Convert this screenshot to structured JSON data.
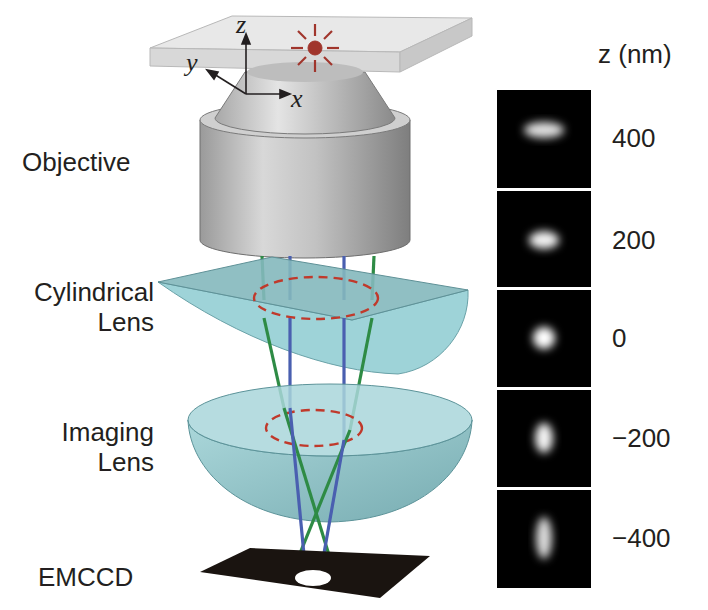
{
  "diagram": {
    "labels": [
      "z",
      "y",
      "x",
      "Objective",
      "Cylindrical Lens",
      "Imaging Lens",
      "EMCCD",
      "z (nm)",
      "400",
      "200",
      "0",
      "−200",
      "−400"
    ]
  }
}
